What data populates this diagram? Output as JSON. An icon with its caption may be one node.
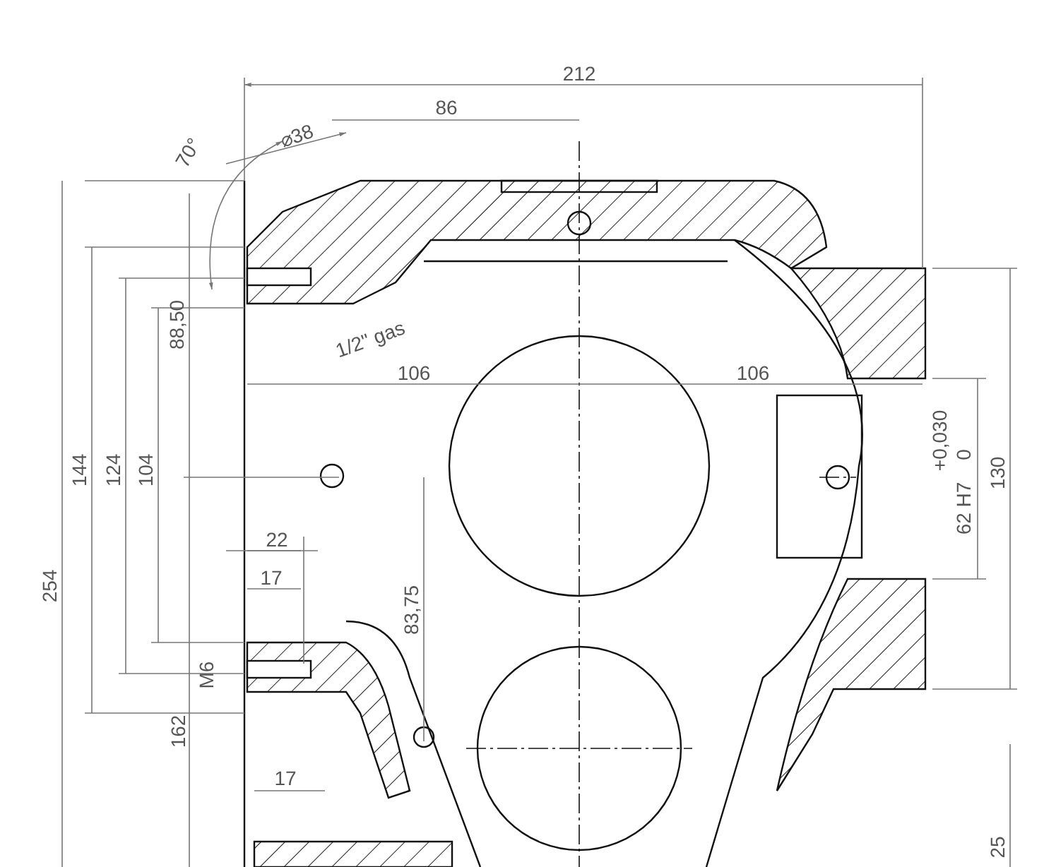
{
  "diagram": {
    "labels": [
      "212",
      "86",
      "70°",
      "⌀38",
      "88,50",
      "1/2\" gas",
      "106",
      "106",
      "+0,030",
      "0",
      "144",
      "124",
      "104",
      "62 H7",
      "130",
      "254",
      "22",
      "17",
      "83,75",
      "M6",
      "162",
      "17",
      "25"
    ]
  }
}
